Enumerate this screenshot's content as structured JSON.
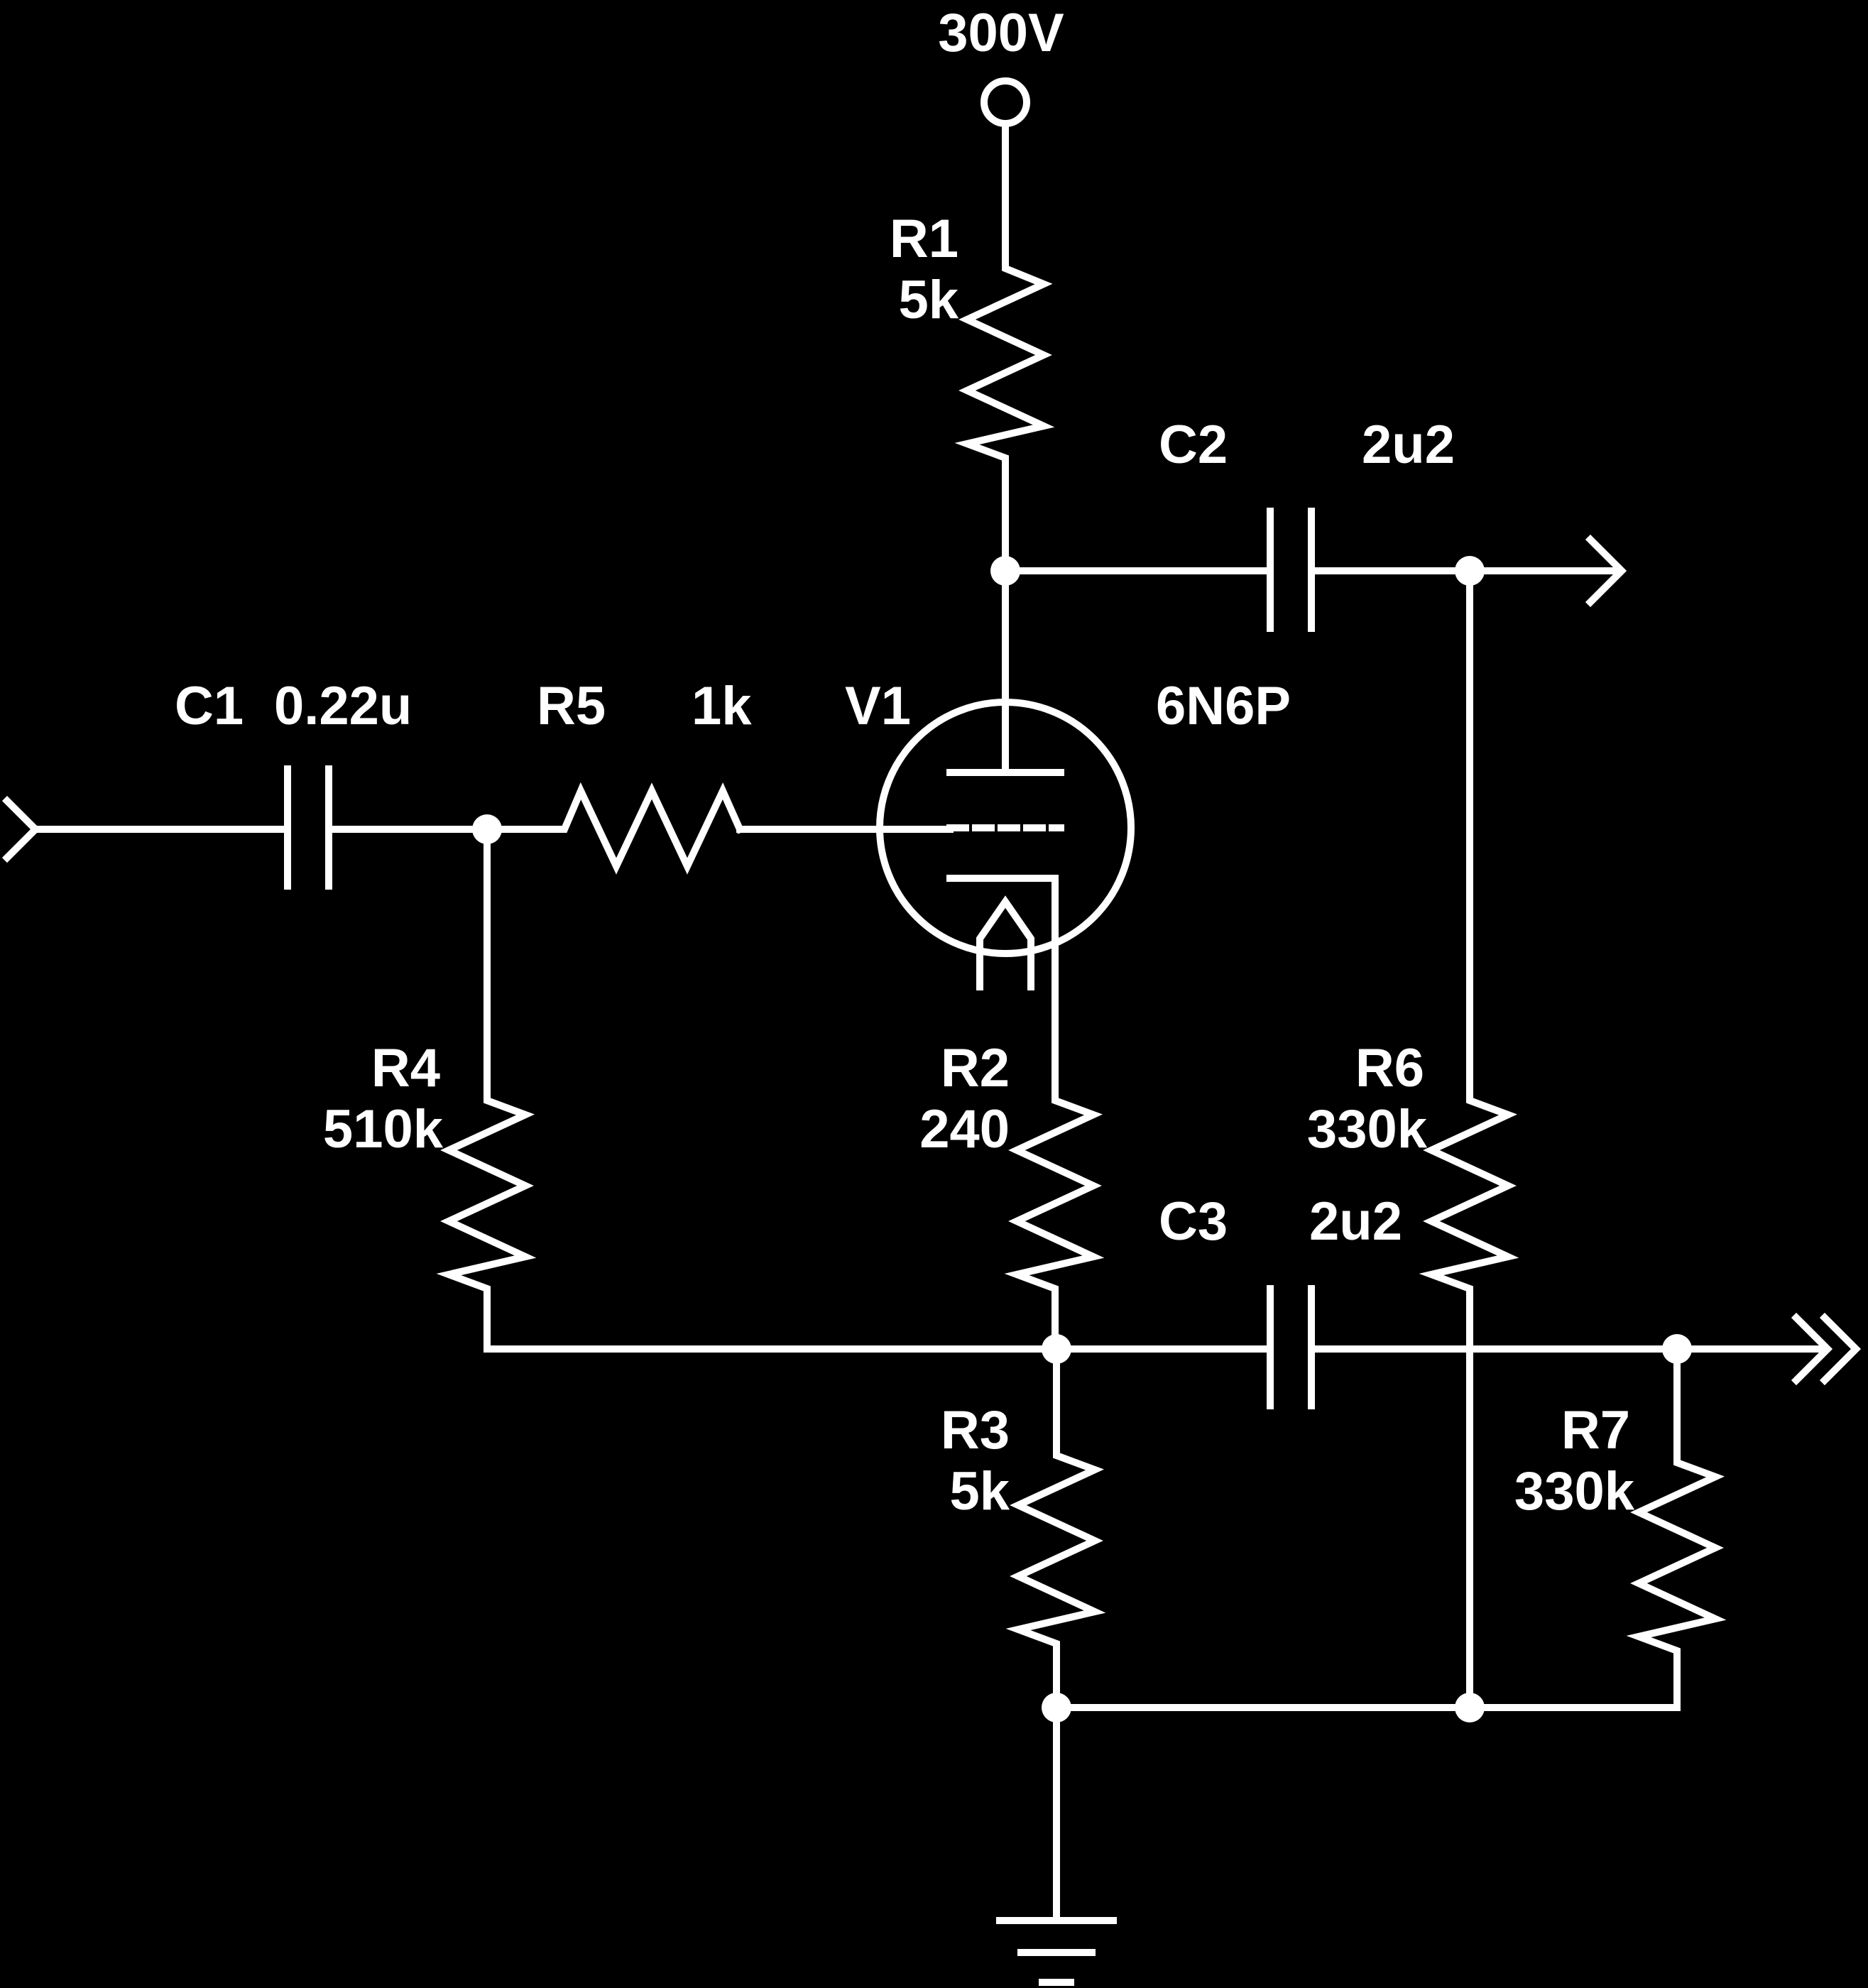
{
  "colors": {
    "background": "#000000",
    "ink": "#ffffff"
  },
  "supply": {
    "label": "300V"
  },
  "components": {
    "r1": {
      "ref": "R1",
      "value": "5k"
    },
    "r2": {
      "ref": "R2",
      "value": "240"
    },
    "r3": {
      "ref": "R3",
      "value": "5k"
    },
    "r4": {
      "ref": "R4",
      "value": "510k"
    },
    "r5": {
      "ref": "R5",
      "value": "1k"
    },
    "r6": {
      "ref": "R6",
      "value": "330k"
    },
    "r7": {
      "ref": "R7",
      "value": "330k"
    },
    "c1": {
      "ref": "C1",
      "value": "0.22u"
    },
    "c2": {
      "ref": "C2",
      "value": "2u2"
    },
    "c3": {
      "ref": "C3",
      "value": "2u2"
    },
    "v1": {
      "ref": "V1",
      "value": "6N6P"
    }
  },
  "icons": [
    "input-port-icon",
    "output-port-icon",
    "double-output-port-icon",
    "supply-terminal-icon",
    "ground-icon",
    "triode-tube-icon"
  ]
}
